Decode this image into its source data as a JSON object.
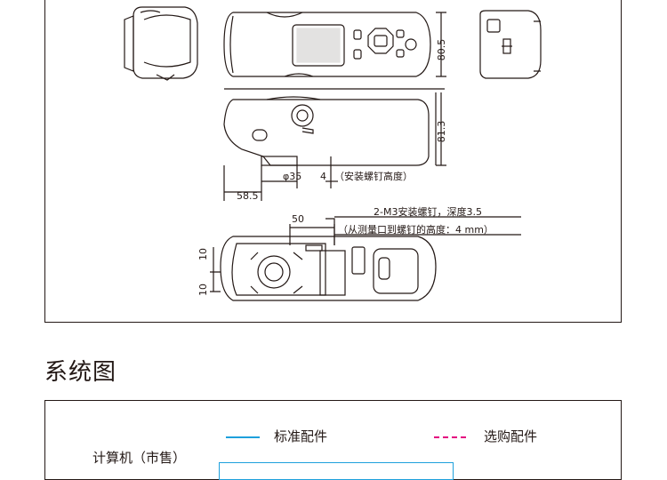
{
  "dimensions": {
    "height_top": "80.5",
    "height_side": "81.3",
    "aperture": "φ35",
    "offset_4": "4",
    "offset_4_note": "（安装螺钉高度）",
    "depth_58": "58.5",
    "width_50": "50",
    "screw_note": "2-M3安装螺钉，深度3.5",
    "screw_height_note": "（从测量口到螺钉的高度：4 mm）",
    "left_10_a": "10",
    "left_10_b": "10"
  },
  "system": {
    "title": "系统图",
    "legend_standard": "标准配件",
    "legend_optional": "选购配件",
    "pc_label": "计算机（市售）"
  },
  "colors": {
    "standard": "#1ea0dc",
    "optional": "#e4007f",
    "ink": "#231815"
  }
}
